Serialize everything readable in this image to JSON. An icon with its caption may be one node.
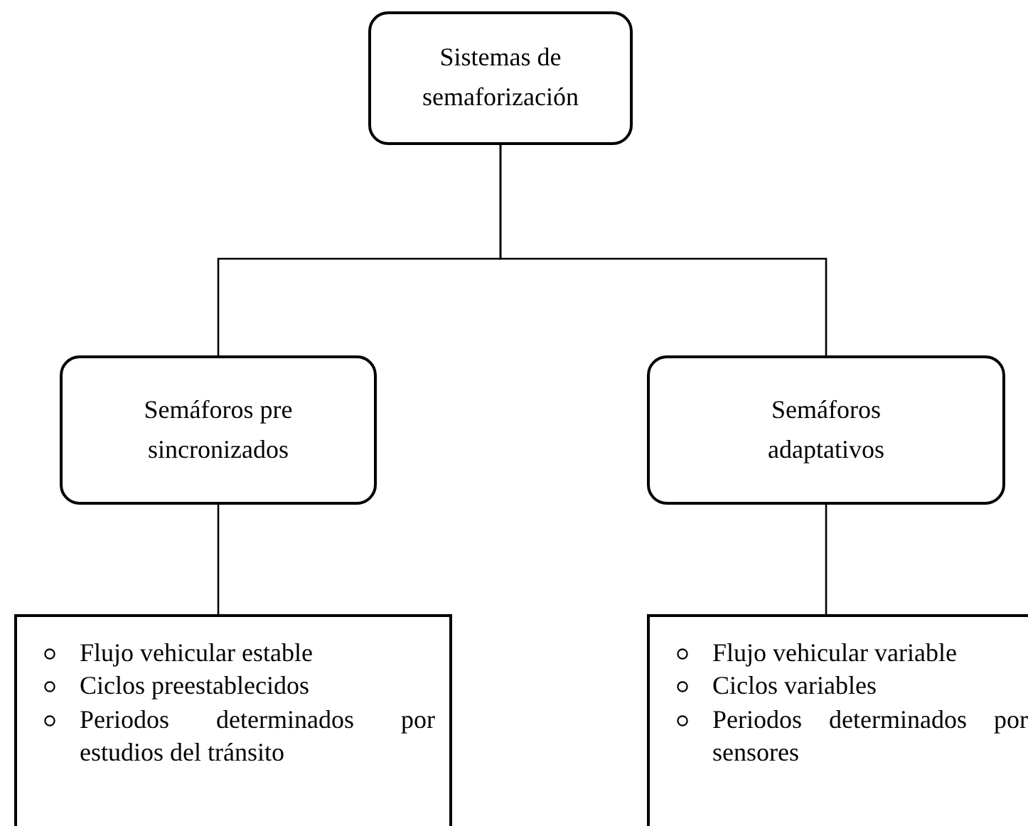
{
  "diagram": {
    "nodes": [
      {
        "text": [
          "Sistemas de semaforización"
        ]
      },
      {
        "text": [
          "Semáforos pre sincronizados"
        ]
      },
      {
        "text": [
          "Semáforos adaptativos"
        ]
      },
      {
        "text": [
          "Flujo vehicular estable",
          "Ciclos preestablecidos",
          "Periodos determinados por estudios del tránsito"
        ]
      },
      {
        "text": [
          "Flujo vehicular variable",
          "Ciclos variables",
          "Periodos determinados por sensores"
        ]
      }
    ],
    "edges": [
      {
        "from": 0,
        "to": 1,
        "arrow": "none"
      },
      {
        "from": 0,
        "to": 2,
        "arrow": "none"
      },
      {
        "from": 1,
        "to": 3,
        "arrow": "none"
      },
      {
        "from": 2,
        "to": 4,
        "arrow": "none"
      }
    ]
  }
}
